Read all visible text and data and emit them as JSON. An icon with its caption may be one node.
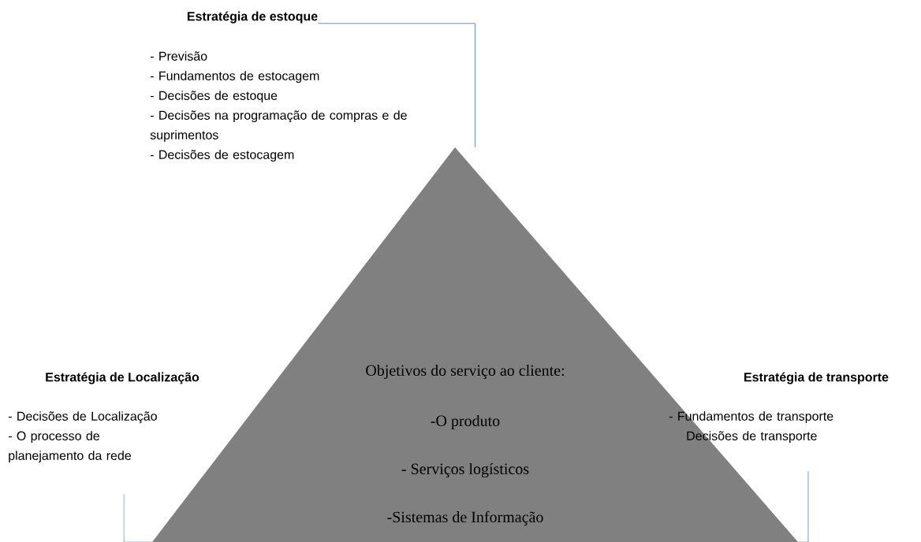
{
  "diagram": {
    "nodes": [
      {
        "text": [
          "Estratégia de estoque",
          "- Previsão",
          "- Fundamentos de estocagem",
          "- Decisões de estoque",
          "- Decisões na programação de compras e de suprimentos",
          "- Decisões de estocagem"
        ]
      },
      {
        "text": [
          "Estratégia de Localização",
          "-  Decisões de Localização",
          "-  O processo de planejamento da rede"
        ]
      },
      {
        "text": [
          "Objetivos do serviço ao cliente:",
          "-O produto",
          "- Serviços logísticos",
          "-Sistemas de Informação"
        ]
      },
      {
        "text": [
          "Estratégia de transporte",
          "-  Fundamentos de transporte",
          "Decisões de transporte"
        ]
      }
    ],
    "edges": [
      {
        "from": 0,
        "to": 2,
        "arrow": "none"
      },
      {
        "from": 1,
        "to": 2,
        "arrow": "none"
      },
      {
        "from": 3,
        "to": 2,
        "arrow": "none"
      }
    ]
  }
}
